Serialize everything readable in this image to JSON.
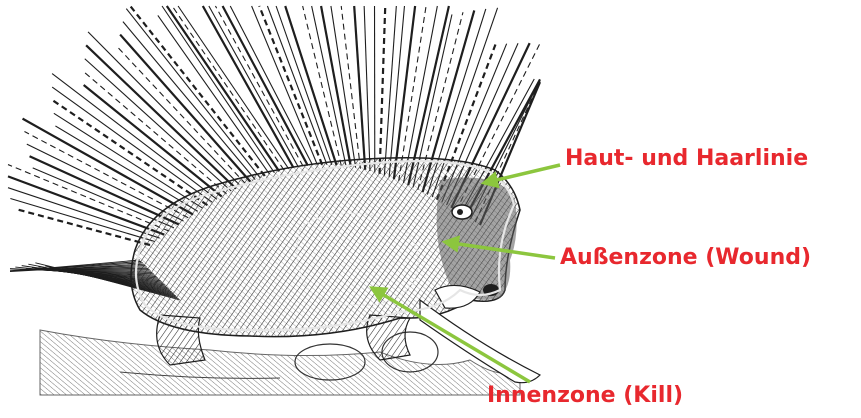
{
  "colors": {
    "label_red": "#e8282e",
    "arrow_green": "#8cc63e",
    "zone_outline": "#e6e6e6",
    "ink": "#1e1e1e",
    "paper": "#ffffff"
  },
  "illustration": {
    "subject": "porcupine-engraving"
  },
  "labels": {
    "haut": "Haut- und Haarlinie",
    "aussen": "Außenzone (Wound)",
    "innen": "Innenzone (Kill)"
  }
}
